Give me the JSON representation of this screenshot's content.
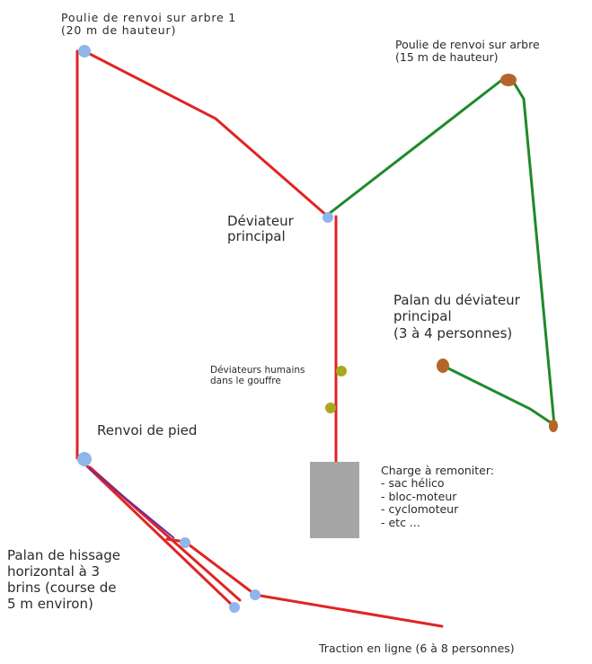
{
  "colors": {
    "red": "#e02424",
    "green": "#1f8a2a",
    "purple": "#6a2aa8",
    "blue_node": "#8fb6ea",
    "brown_node": "#b5652a",
    "olive_node": "#a8a820",
    "box": "#a6a6a6"
  },
  "labels": {
    "pulley_tree1": "Poulie de renvoi sur arbre 1\n(20 m de hauteur)",
    "pulley_tree2": "Poulie de renvoi sur arbre\n(15 m de hauteur)",
    "main_deviator": "Déviateur\nprincipal",
    "deviator_hoist": "Palan du déviateur\nprincipal\n(3 à 4 personnes)",
    "human_deviators": "Déviateurs humains\ndans le gouffre",
    "foot_return": "Renvoi de pied",
    "load": "Charge à remoniter:\n- sac hélico\n- bloc-moteur\n- cyclomoteur\n- etc ...",
    "horizontal_hoist": "Palan de hissage\nhorizontal à 3\nbrins (course de\n5 m environ)",
    "traction": "Traction en ligne (6 à 8 personnes)"
  }
}
